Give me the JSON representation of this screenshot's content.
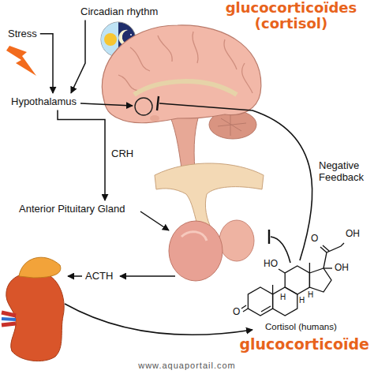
{
  "diagram": {
    "title": "glucocorticoïdes (cortisol)",
    "nodes": [
      {
        "text": [
          "Stress"
        ]
      },
      {
        "text": [
          "Circadian rhythm"
        ]
      },
      {
        "text": [
          "Hypothalamus"
        ]
      },
      {
        "text": [
          "Anterior Pituitary Gland"
        ]
      }
    ],
    "edges": [
      {
        "from": 0,
        "to": 2,
        "arrow": "to"
      },
      {
        "from": 1,
        "to": 2,
        "arrow": "to"
      },
      {
        "from": 2,
        "to": 3,
        "label": "CRH",
        "arrow": "to"
      }
    ],
    "labels": [
      "ACTH",
      "Negative Feedback",
      "HO",
      "O",
      "OH",
      "O",
      "OH",
      "H",
      "H",
      "H",
      "Cortisol (humans)",
      "glucocorticoïde",
      "www.aquaportail.com"
    ]
  }
}
